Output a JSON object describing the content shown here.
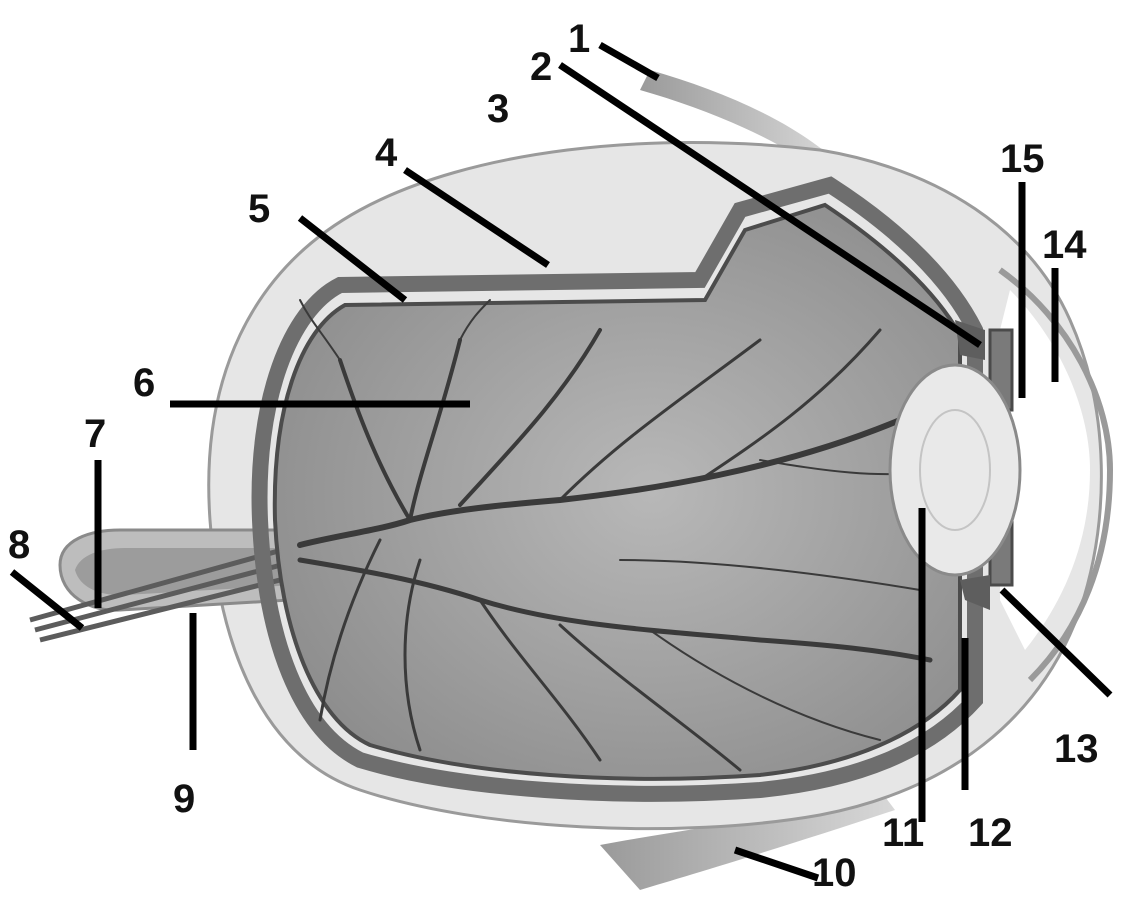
{
  "diagram": {
    "subject": "eye-cross-section",
    "labels": [
      "1",
      "2",
      "3",
      "4",
      "5",
      "6",
      "7",
      "8",
      "9",
      "10",
      "11",
      "12",
      "13",
      "14",
      "15"
    ]
  }
}
